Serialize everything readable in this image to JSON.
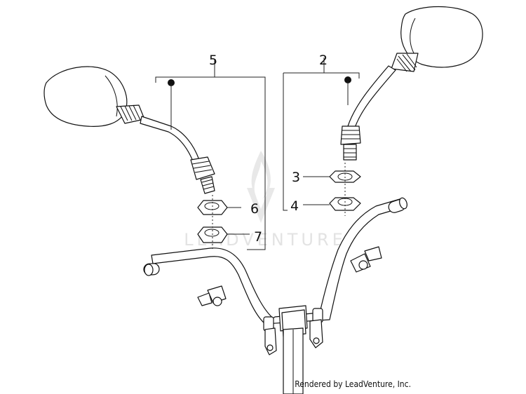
{
  "callouts": {
    "left_assembly": "5",
    "right_assembly": "2",
    "right_nut_upper": "3",
    "right_nut_lower": "4",
    "left_nut_upper": "6",
    "left_nut_lower": "7"
  },
  "watermark": "LEADVENTURE",
  "credit": "Rendered by LeadVenture, Inc."
}
